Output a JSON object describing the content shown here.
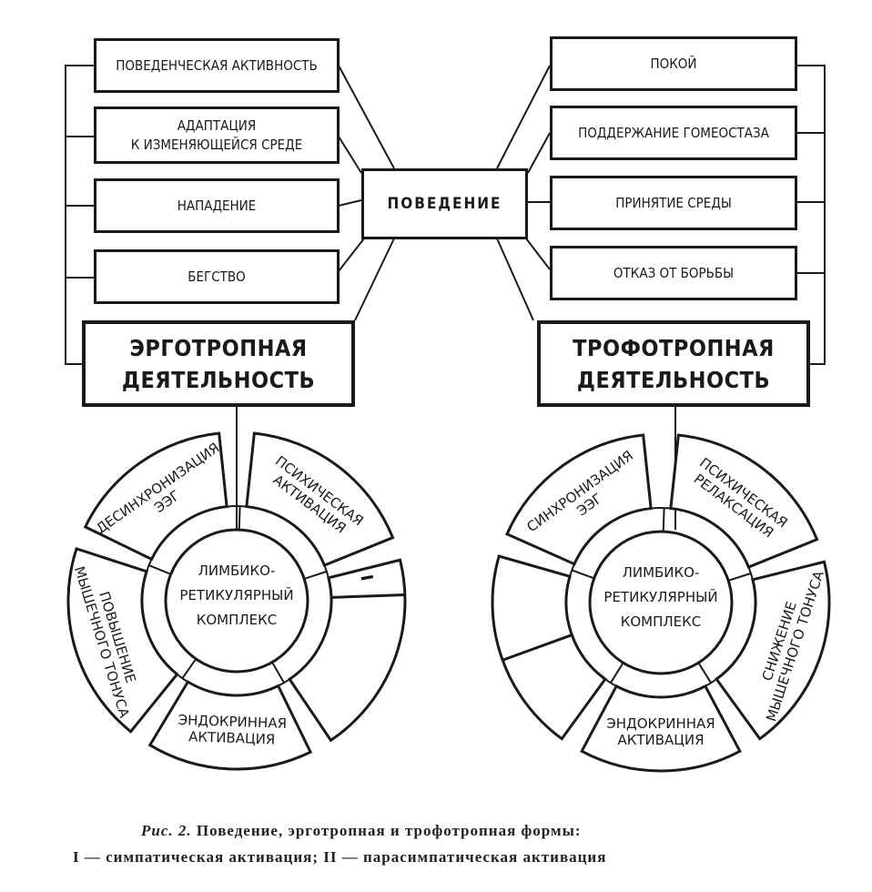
{
  "center_box": "ПОВЕДЕНИЕ",
  "left": {
    "items": [
      "ПОВЕДЕНЧЕСКАЯ АКТИВНОСТЬ",
      "АДАПТАЦИЯ\nК ИЗМЕНЯЮЩЕЙСЯ СРЕДЕ",
      "НАПАДЕНИЕ",
      "БЕГСТВО"
    ],
    "main": "ЭРГОТРОПНАЯ\nДЕЯТЕЛЬНОСТЬ",
    "hub_lines": [
      "ЛИМБИКО-",
      "РЕТИКУЛЯРНЫЙ",
      "КОМПЛЕКС"
    ],
    "segments": {
      "eeg": [
        "ДЕСИНХРОНИЗАЦИЯ",
        "ЭЭГ"
      ],
      "psych": [
        "ПСИХИЧЕСКАЯ",
        "АКТИВАЦИЯ"
      ],
      "marker": "I",
      "endocrine": [
        "ЭНДОКРИННАЯ",
        "АКТИВАЦИЯ"
      ],
      "muscle": [
        "ПОВЫШЕНИЕ",
        "МЫШЕЧНОГО ТОНУСА"
      ]
    }
  },
  "right": {
    "items": [
      "ПОКОЙ",
      "ПОДДЕРЖАНИЕ ГОМЕОСТАЗА",
      "ПРИНЯТИЕ СРЕДЫ",
      "ОТКАЗ ОТ БОРЬБЫ"
    ],
    "main": "ТРОФОТРОПНАЯ\nДЕЯТЕЛЬНОСТЬ",
    "hub_lines": [
      "ЛИМБИКО-",
      "РЕТИКУЛЯРНЫЙ",
      "КОМПЛЕКС"
    ],
    "segments": {
      "eeg": [
        "СИНХРОНИЗАЦИЯ",
        "ЭЭГ"
      ],
      "psych": [
        "ПСИХИЧЕСКАЯ",
        "РЕЛАКСАЦИЯ"
      ],
      "muscle": [
        "СНИЖЕНИЕ",
        "МЫШЕЧНОГО ТОНУСА"
      ],
      "endocrine": [
        "ЭНДОКРИННАЯ",
        "АКТИВАЦИЯ"
      ]
    }
  },
  "caption": {
    "fig": "Рис. 2.",
    "line1": "Поведение, эрготропная и трофотропная формы:",
    "line2": "I — симпатическая активация; II — парасимпатическая активация"
  }
}
